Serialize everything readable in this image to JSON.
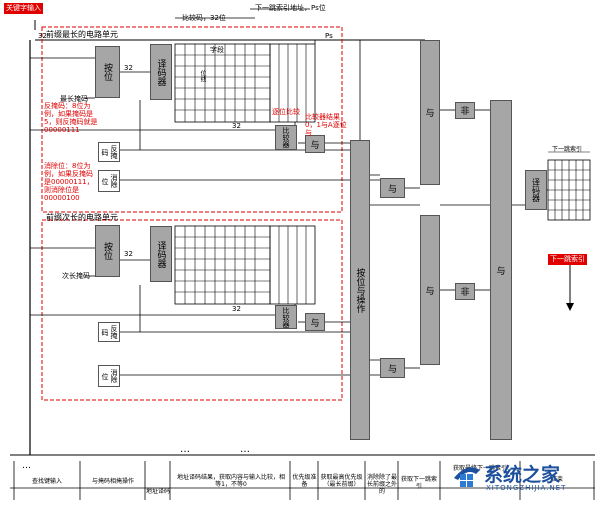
{
  "top_tag": "关键字输入",
  "bottom_right_tag": "下一跳索引",
  "unit1_title": "前缀最长的电路单元",
  "unit2_title": "前缀次长的电路单元",
  "compare_top": "比较码，32位",
  "next_hop_top": "下一跳索引地址，Ps位",
  "bus_32": "32",
  "bus_ps": "Ps",
  "anwei": "按位",
  "anwei2": "按位与操作",
  "yi": "与",
  "fei": "非",
  "decoder": "译码器",
  "comparator": "比较器",
  "fanyan": "反掩码",
  "xiaochu": "消除位",
  "longest_mask": "最长掩码",
  "second_mask": "次长掩码",
  "word_label": "字段",
  "bit_label": "位线",
  "note_fanyan": "反掩码：8位为例，如果掩码是5，则反掩码就是00000111",
  "note_xiaochu": "消除位：8位为例，如果反掩码是00000111，则消除位是00000100",
  "note_bitcmp": "逐位比较",
  "note_cmpresult": "比较器结果0，1与A逐位与",
  "next_hop_table": "下一跳索引",
  "dots": "…",
  "stages": [
    "查找键输入",
    "与掩码相掩操作",
    "地址译码",
    "地址译码结果，获取内容与输入比较，相等1，不等0",
    "优先级准备",
    "获取最高优先级（最长前缀）",
    "消除除了最长前缀之外的",
    "获取下一跳索引",
    "获取最终下一跳索引",
    "结束"
  ],
  "watermark_main": "系统之家",
  "watermark_sub": "XITONGZHIJIA.NET"
}
